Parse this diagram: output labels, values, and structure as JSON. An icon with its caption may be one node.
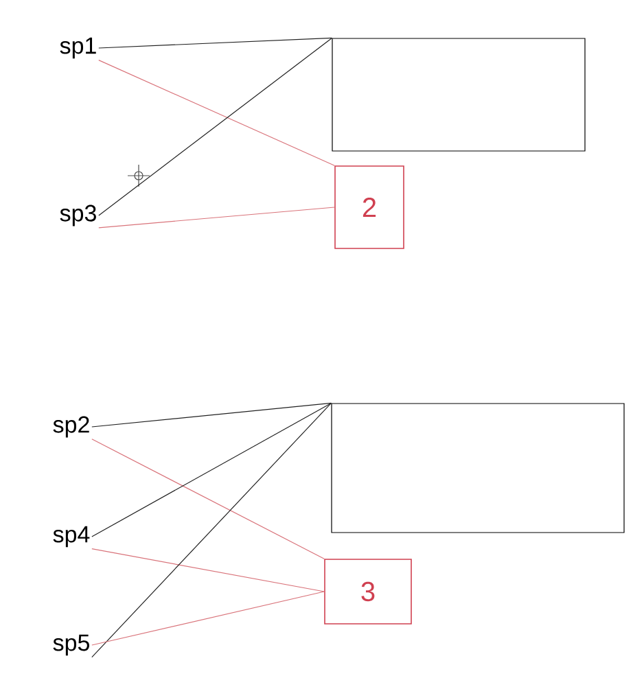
{
  "diagram": {
    "nodes": [
      {
        "text": [
          "sp1"
        ]
      },
      {
        "text": [
          "sp3"
        ]
      },
      {
        "text": [],
        "shape": "box"
      },
      {
        "text": [
          "2"
        ]
      },
      {
        "text": [
          "sp2"
        ]
      },
      {
        "text": [
          "sp4"
        ]
      },
      {
        "text": [
          "sp5"
        ]
      },
      {
        "text": [],
        "shape": "box"
      },
      {
        "text": [
          "3"
        ]
      }
    ],
    "edges": [
      {
        "from": 0,
        "to": 2,
        "arrow": "none",
        "color": "#202020"
      },
      {
        "from": 0,
        "to": 3,
        "arrow": "none",
        "color": "#d9737a"
      },
      {
        "from": 1,
        "to": 2,
        "arrow": "none",
        "color": "#202020"
      },
      {
        "from": 1,
        "to": 3,
        "arrow": "none",
        "color": "#d9737a"
      },
      {
        "from": 4,
        "to": 7,
        "arrow": "none",
        "color": "#202020"
      },
      {
        "from": 4,
        "to": 8,
        "arrow": "none",
        "color": "#d9737a"
      },
      {
        "from": 5,
        "to": 7,
        "arrow": "none",
        "color": "#202020"
      },
      {
        "from": 5,
        "to": 8,
        "arrow": "none",
        "color": "#d9737a"
      },
      {
        "from": 6,
        "to": 7,
        "arrow": "none",
        "color": "#202020"
      },
      {
        "from": 6,
        "to": 8,
        "arrow": "none",
        "color": "#d9737a"
      }
    ]
  }
}
